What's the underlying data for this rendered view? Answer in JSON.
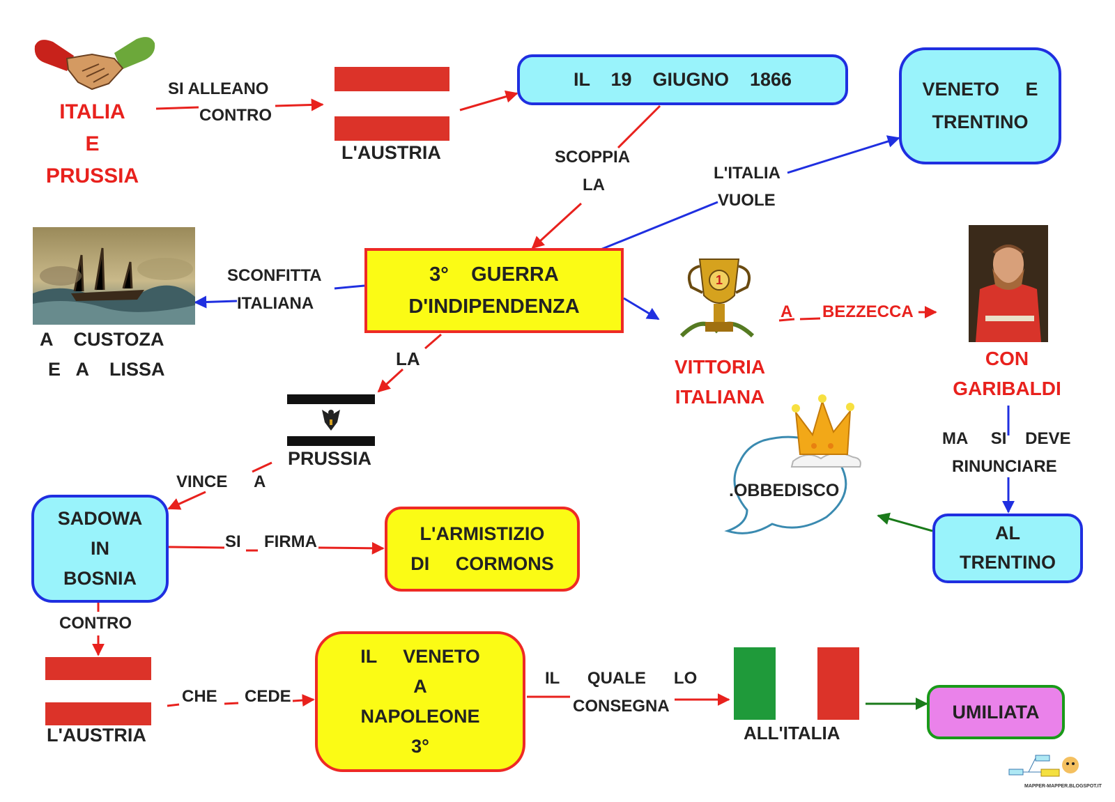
{
  "colors": {
    "red_text": "#e8211d",
    "box_cyan": "#99f3fb",
    "box_yellow": "#fbfb15",
    "box_violet": "#ea82ea",
    "arrow_red": "#e8211d",
    "arrow_blue": "#1f2fe0",
    "arrow_green": "#1a7a1a"
  },
  "nodes": {
    "italia_prussia": "ITALIA\nE\nPRUSSIA",
    "austria_top": "L'AUSTRIA",
    "date": "IL    19    GIUGNO    1866",
    "veneto_trentino": "VENETO     E\nTRENTINO",
    "guerra": "3°    GUERRA\nD'INDIPENDENZA",
    "custoza": "A    CUSTOZA",
    "lissa": "E   A    LISSA",
    "prussia": "PRUSSIA",
    "vittoria": "VITTORIA\nITALIANA",
    "garibaldi": "CON\nGARIBALDI",
    "obbedisco": ".OBBEDISCO",
    "sadowa": "SADOWA\nIN\nBOSNIA",
    "armistizio": "L'ARMISTIZIO\nDI     CORMONS",
    "al_trentino": "AL\nTRENTINO",
    "austria_bottom": "L'AUSTRIA",
    "veneto_napoleone": "IL     VENETO\nA\nNAPOLEONE\n3°",
    "all_italia": "ALL'ITALIA",
    "umiliata": "UMILIATA"
  },
  "links": {
    "si_alleano": "SI      ALLEANO",
    "contro_1": "CONTRO",
    "scoppia": "SCOPPIA",
    "la_1": "LA",
    "l_italia": "L'ITALIA",
    "vuole": "VUOLE",
    "sconfitta": "SCONFITTA",
    "italiana": "ITALIANA",
    "la_2": "LA",
    "a_1": "A",
    "bezzecca": "BEZZECCA",
    "vince": "VINCE",
    "a_2": "A",
    "ma_si_deve": "MA     SI    DEVE",
    "rinunciare": "RINUNCIARE",
    "si_firma_si": "SI",
    "si_firma_firma": "FIRMA",
    "contro_2": "CONTRO",
    "che": "CHE",
    "cede": "CEDE",
    "il_quale_lo": "IL      QUALE      LO",
    "consegna": "CONSEGNA"
  },
  "images": {
    "handshake": "handshake-icon",
    "battle_painting": "naval-battle-painting",
    "prussia_flag": "prussian-flag-icon",
    "trophy": "trophy-icon",
    "garibaldi_portrait": "garibaldi-portrait",
    "crown": "crown-icon",
    "speech_bubble": "speech-bubble-icon",
    "italy_flag": "italian-flag-icon",
    "mapper_logo": "mapper-logo-icon"
  },
  "watermark": "MAPPER-MAPPER.BLOGSPOT.IT"
}
